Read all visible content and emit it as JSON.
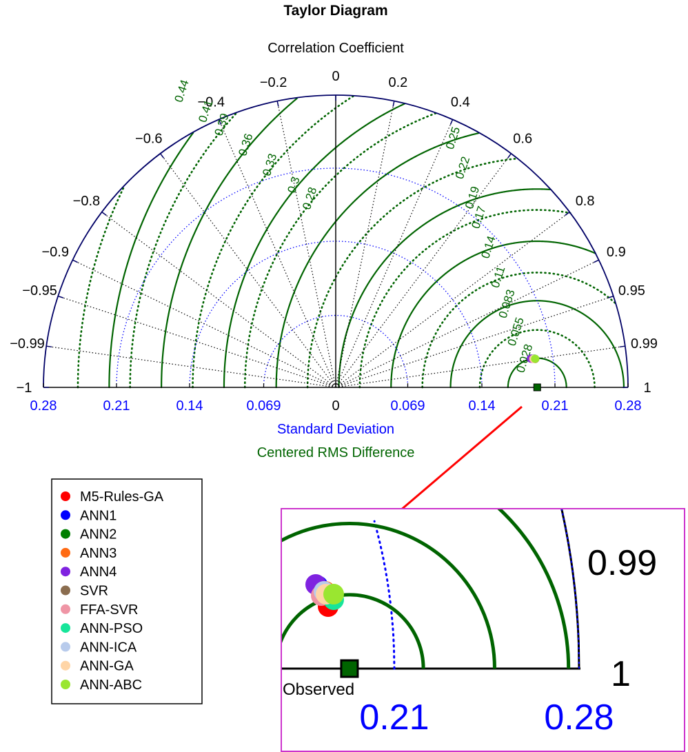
{
  "chart_data": {
    "type": "taylor",
    "title": "Taylor Diagram",
    "angular_axis_label": "Correlation Coefficient",
    "x_axis_label": "Standard Deviation",
    "rms_axis_label": "Centered RMS Difference",
    "std_max": 0.28,
    "std_ticks": [
      {
        "value": 0,
        "label": "0"
      },
      {
        "value": 0.069,
        "label": "0.069"
      },
      {
        "value": 0.14,
        "label": "0.14"
      },
      {
        "value": 0.21,
        "label": "0.21"
      },
      {
        "value": 0.28,
        "label": "0.28"
      }
    ],
    "correlation_ticks": [
      {
        "value": 1,
        "label": "1"
      },
      {
        "value": 0.99,
        "label": "0.99"
      },
      {
        "value": 0.95,
        "label": "0.95"
      },
      {
        "value": 0.9,
        "label": "0.9"
      },
      {
        "value": 0.8,
        "label": "0.8"
      },
      {
        "value": 0.6,
        "label": "0.6"
      },
      {
        "value": 0.4,
        "label": "0.4"
      },
      {
        "value": 0.2,
        "label": "0.2"
      },
      {
        "value": 0,
        "label": "0"
      },
      {
        "value": -0.2,
        "label": "−0.2"
      },
      {
        "value": -0.4,
        "label": "−0.4"
      },
      {
        "value": -0.6,
        "label": "−0.6"
      },
      {
        "value": -0.8,
        "label": "−0.8"
      },
      {
        "value": -0.9,
        "label": "−0.9"
      },
      {
        "value": -0.95,
        "label": "−0.95"
      },
      {
        "value": -0.99,
        "label": "−0.99"
      },
      {
        "value": -1,
        "label": "−1"
      }
    ],
    "rms_contours": [
      0.028,
      0.055,
      0.083,
      0.11,
      0.14,
      0.17,
      0.19,
      0.22,
      0.25,
      0.28,
      0.3,
      0.33,
      0.36,
      0.39,
      0.41,
      0.44
    ],
    "rms_labels": [
      "0.028",
      "0.055",
      "0.083",
      "0.11",
      "0.14",
      "0.17",
      "0.19",
      "0.22",
      "0.25",
      "0.28",
      "0.3",
      "0.33",
      "0.36",
      "0.39",
      "0.41",
      "0.44"
    ],
    "reference": {
      "name": "Observed",
      "std": 0.193,
      "correlation": 1
    },
    "series": [
      {
        "name": "M5-Rules-GA",
        "color": "#ff0000",
        "std": 0.193,
        "correlation": 0.99
      },
      {
        "name": "ANN1",
        "color": "#0000ff",
        "std": 0.19,
        "correlation": 0.9895
      },
      {
        "name": "ANN2",
        "color": "#007f00",
        "std": 0.192,
        "correlation": 0.9895
      },
      {
        "name": "ANN3",
        "color": "#ff6a13",
        "std": 0.191,
        "correlation": 0.9896
      },
      {
        "name": "ANN4",
        "color": "#7f22e0",
        "std": 0.189,
        "correlation": 0.9893
      },
      {
        "name": "SVR",
        "color": "#8b6d4f",
        "std": 0.191,
        "correlation": 0.9896
      },
      {
        "name": "FFA-SVR",
        "color": "#ef95a5",
        "std": 0.191,
        "correlation": 0.9898
      },
      {
        "name": "ANN-PSO",
        "color": "#17e59a",
        "std": 0.193,
        "correlation": 0.9899
      },
      {
        "name": "ANN-ICA",
        "color": "#b8cbec",
        "std": 0.192,
        "correlation": 0.9896
      },
      {
        "name": "ANN-GA",
        "color": "#ffd5a6",
        "std": 0.192,
        "correlation": 0.9898
      },
      {
        "name": "ANN-ABC",
        "color": "#9ae630",
        "std": 0.193,
        "correlation": 0.9899
      }
    ],
    "inset": {
      "labels": {
        "corr": "0.99",
        "one": "1",
        "std_a": "0.21",
        "std_b": "0.28",
        "ref": "Observed"
      },
      "std_window": [
        0.193,
        0.285
      ],
      "corr_window": [
        0.985,
        1
      ]
    },
    "colors": {
      "std": "#0000ff",
      "rms": "#006400",
      "corr": "#000000",
      "frame": "#000066",
      "inset_border": "#cc33cc",
      "arrow": "#ff0000"
    },
    "legend_position": "bottom-left",
    "inset_position": "bottom-right"
  }
}
